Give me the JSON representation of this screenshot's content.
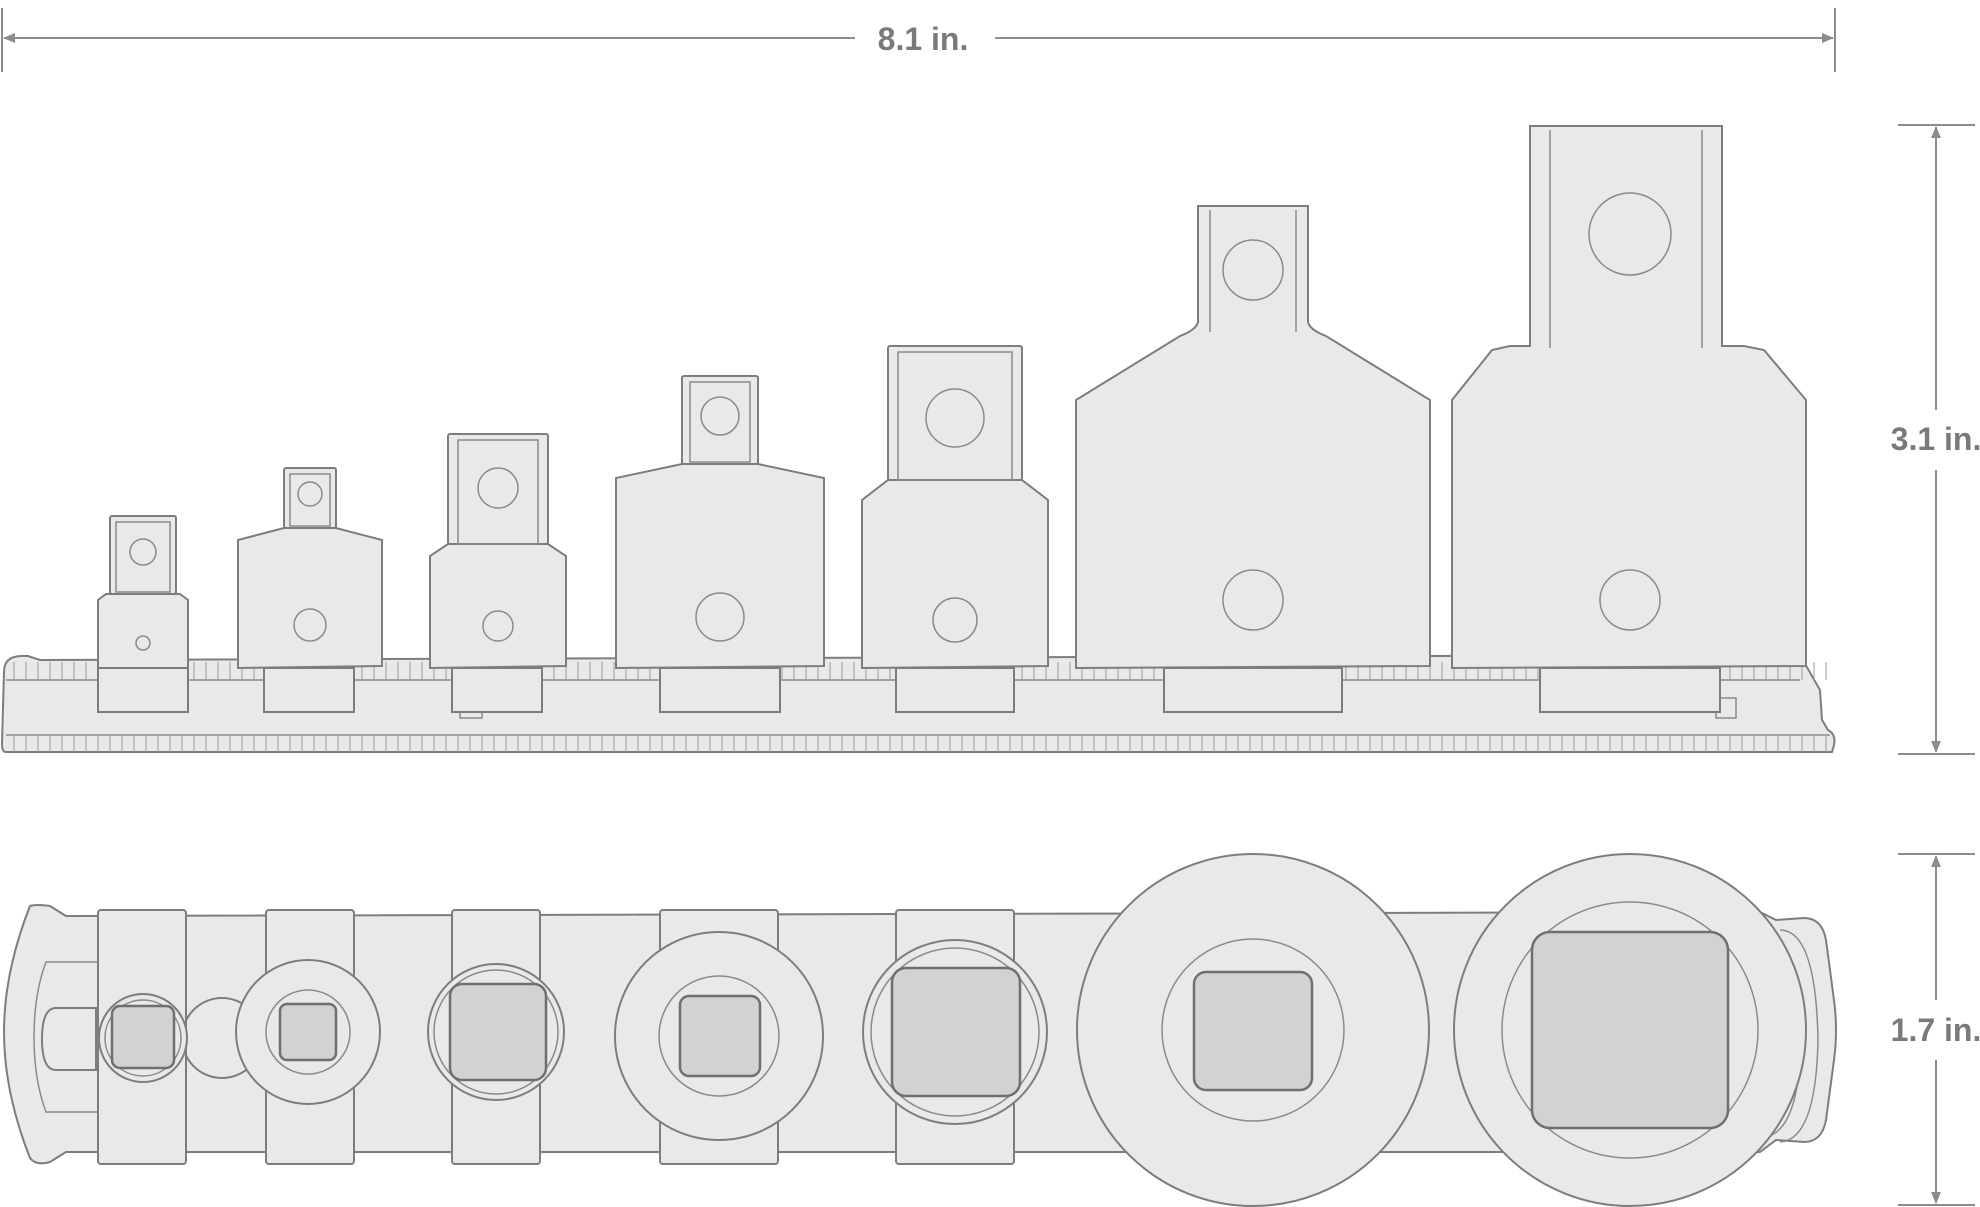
{
  "dimensions": {
    "width_label": "8.1 in.",
    "height_label": "3.1 in.",
    "depth_label": "1.7 in."
  },
  "colors": {
    "part_fill": "#e9e9e9",
    "outline": "#7d7d7d",
    "drive_fill": "#d2d2d2",
    "label": "#7a7a7a"
  },
  "views": [
    "side-view",
    "top-view"
  ],
  "adapter_count": 7
}
